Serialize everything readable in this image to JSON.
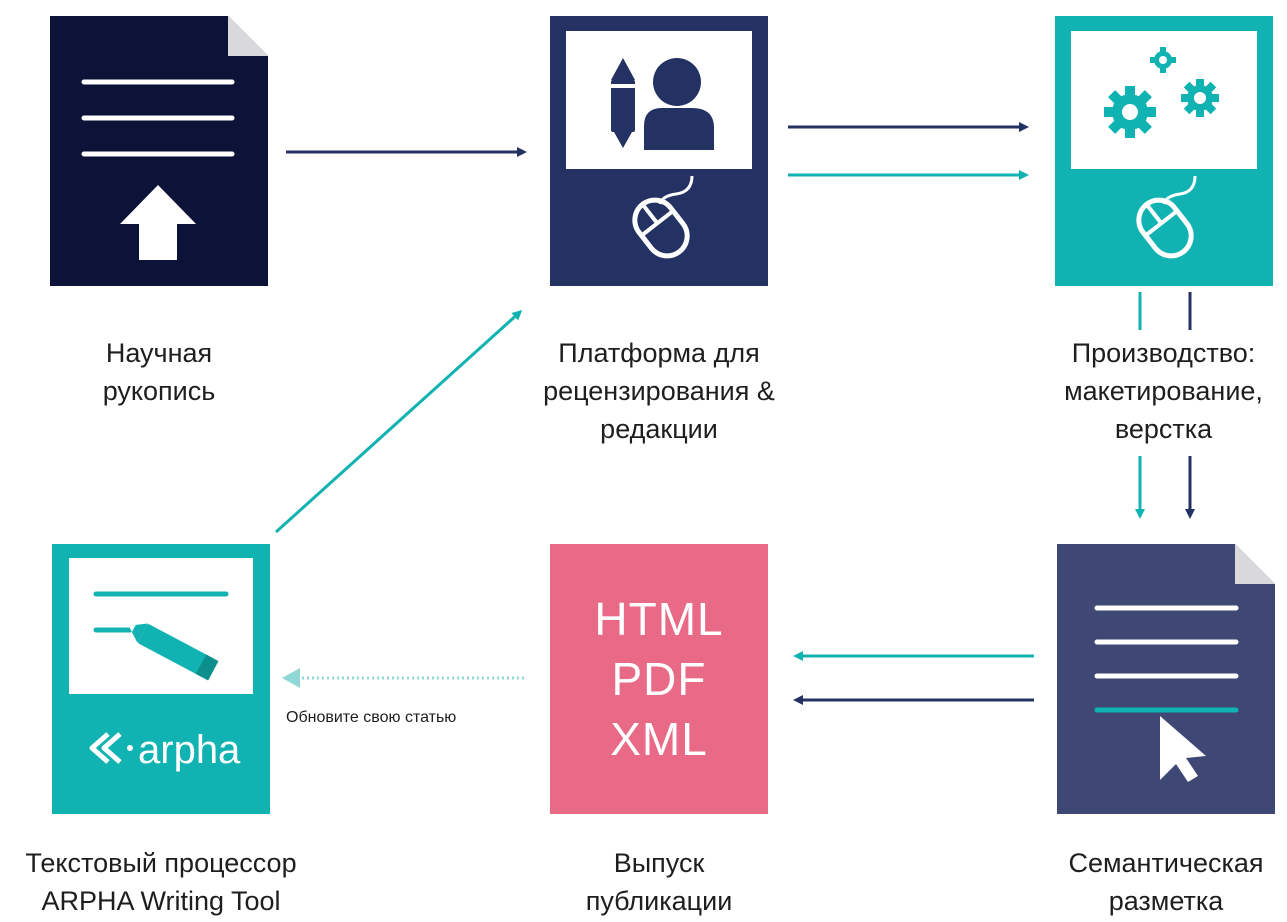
{
  "colors": {
    "navy_dark": "#0d1338",
    "navy": "#243163",
    "teal": "#10b3b1",
    "pink": "#e86a86",
    "slate": "#3f4874",
    "light_teal_dotted": "#8fd8d6"
  },
  "nodes": {
    "manuscript": {
      "label": [
        "Научная",
        "рукопись"
      ],
      "icon": "document-upload-icon"
    },
    "review_platform": {
      "label": [
        "Платформа для",
        "рецензирования &",
        "редакции"
      ],
      "icon": "editor-user-mouse-icon"
    },
    "production": {
      "label": [
        "Производство:",
        "макетирование,",
        "верстка"
      ],
      "icon": "gears-mouse-icon"
    },
    "semantic_markup": {
      "label": [
        "Семантическая",
        "разметка"
      ],
      "icon": "document-cursor-icon"
    },
    "publication": {
      "label": [
        "Выпуск",
        "публикации"
      ],
      "formats": [
        "HTML",
        "PDF",
        "XML"
      ]
    },
    "writing_tool": {
      "label": [
        "Текстовый процессор",
        "ARPHA Writing Tool"
      ],
      "logo_text": "arpha",
      "icon": "pen-writing-icon"
    }
  },
  "edges": {
    "update_label": "Обновите свою статью"
  }
}
